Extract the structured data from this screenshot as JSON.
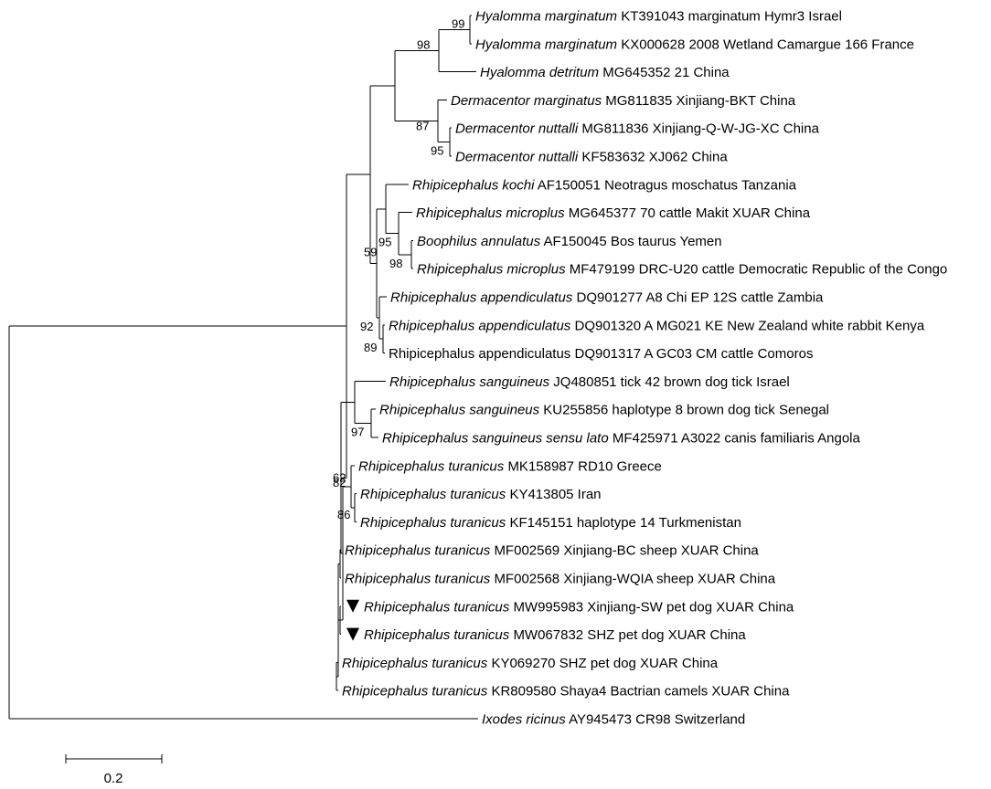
{
  "leaves": [
    {
      "id": "hm1",
      "species": "Hyalomma marginatum",
      "detail": "KT391043 marginatum Hymr3 Israel",
      "italic": true
    },
    {
      "id": "hm2",
      "species": "Hyalomma marginatum",
      "detail": "KX000628 2008 Wetland Camargue 166 France",
      "italic": true
    },
    {
      "id": "hd",
      "species": "Hyalomma detritum",
      "detail": "MG645352 21 China",
      "italic": true
    },
    {
      "id": "dm",
      "species": "Dermacentor marginatus",
      "detail": "MG811835 Xinjiang-BKT China",
      "italic": true
    },
    {
      "id": "dn1",
      "species": "Dermacentor nuttalli",
      "detail": "MG811836 Xinjiang-Q-W-JG-XC China",
      "italic": true
    },
    {
      "id": "dn2",
      "species": "Dermacentor nuttalli",
      "detail": "KF583632 XJ062 China",
      "italic": true
    },
    {
      "id": "rk",
      "species": "Rhipicephalus kochi",
      "detail": "AF150051 Neotragus moschatus Tanzania",
      "italic": true
    },
    {
      "id": "rm1",
      "species": "Rhipicephalus microplus",
      "detail": "MG645377 70 cattle Makit XUAR China",
      "italic": true
    },
    {
      "id": "ba",
      "species": "Boophilus annulatus",
      "detail": "AF150045 Bos taurus Yemen",
      "italic": true
    },
    {
      "id": "rm2",
      "species": "Rhipicephalus microplus",
      "detail": "MF479199 DRC-U20 cattle Democratic Republic of the Congo",
      "italic": true
    },
    {
      "id": "ra1",
      "species": "Rhipicephalus appendiculatus",
      "detail": "DQ901277 A8 Chi EP 12S cattle Zambia",
      "italic": true
    },
    {
      "id": "ra2",
      "species": "Rhipicephalus appendiculatus",
      "detail": "DQ901320 A MG021 KE New Zealand white rabbit Kenya",
      "italic": true
    },
    {
      "id": "ra3",
      "species": "Rhipicephalus appendiculatus",
      "detail": "DQ901317 A GC03 CM cattle Comoros",
      "italic": false
    },
    {
      "id": "rs1",
      "species": "Rhipicephalus sanguineus",
      "detail": "JQ480851 tick 42 brown dog tick Israel",
      "italic": true
    },
    {
      "id": "rs2",
      "species": "Rhipicephalus sanguineus",
      "detail": "KU255856 haplotype 8 brown dog tick Senegal",
      "italic": true
    },
    {
      "id": "rs3",
      "species": "Rhipicephalus sanguineus sensu lato",
      "detail": "MF425971 A3022 canis familiaris Angola",
      "italic": true
    },
    {
      "id": "rt1",
      "species": "Rhipicephalus turanicus",
      "detail": "MK158987 RD10 Greece",
      "italic": true
    },
    {
      "id": "rt2",
      "species": "Rhipicephalus turanicus",
      "detail": "KY413805 Iran",
      "italic": true
    },
    {
      "id": "rt3",
      "species": "Rhipicephalus turanicus",
      "detail": "KF145151 haplotype 14 Turkmenistan",
      "italic": true
    },
    {
      "id": "rt4",
      "species": "Rhipicephalus turanicus",
      "detail": "MF002569 Xinjiang-BC sheep XUAR China",
      "italic": true
    },
    {
      "id": "rt5",
      "species": "Rhipicephalus turanicus",
      "detail": "MF002568 Xinjiang-WQIA sheep XUAR China",
      "italic": true
    },
    {
      "id": "rt6",
      "species": "Rhipicephalus turanicus",
      "detail": "MW995983 Xinjiang-SW pet dog XUAR China",
      "italic": true,
      "marked": true
    },
    {
      "id": "rt7",
      "species": "Rhipicephalus turanicus",
      "detail": "MW067832 SHZ pet dog XUAR China",
      "italic": true,
      "marked": true
    },
    {
      "id": "rt8",
      "species": "Rhipicephalus turanicus",
      "detail": "KY069270 SHZ pet dog XUAR China",
      "italic": true
    },
    {
      "id": "rt9",
      "species": "Rhipicephalus turanicus",
      "detail": "KR809580 Shaya4 Bactrian camels XUAR China",
      "italic": true
    },
    {
      "id": "ir",
      "species": "Ixodes ricinus",
      "detail": "AY945473 CR98 Switzerland",
      "italic": true
    }
  ],
  "bootstrap": [
    {
      "node": "hm",
      "value": "99"
    },
    {
      "node": "hy",
      "value": "98"
    },
    {
      "node": "dn",
      "value": "95"
    },
    {
      "node": "dr",
      "value": "87"
    },
    {
      "node": "rm",
      "value": "98"
    },
    {
      "node": "rmb",
      "value": "95"
    },
    {
      "node": "mid",
      "value": "59"
    },
    {
      "node": "ra23",
      "value": "89"
    },
    {
      "node": "ra",
      "value": "92"
    },
    {
      "node": "rs",
      "value": "97"
    },
    {
      "node": "rsg",
      "value": "62"
    },
    {
      "node": "rt23",
      "value": "86"
    },
    {
      "node": "rt123",
      "value": "82"
    }
  ],
  "scale_bar": {
    "label": "0.2"
  },
  "colors": {
    "line": "#000000",
    "text": "#000000",
    "background": "#ffffff"
  }
}
